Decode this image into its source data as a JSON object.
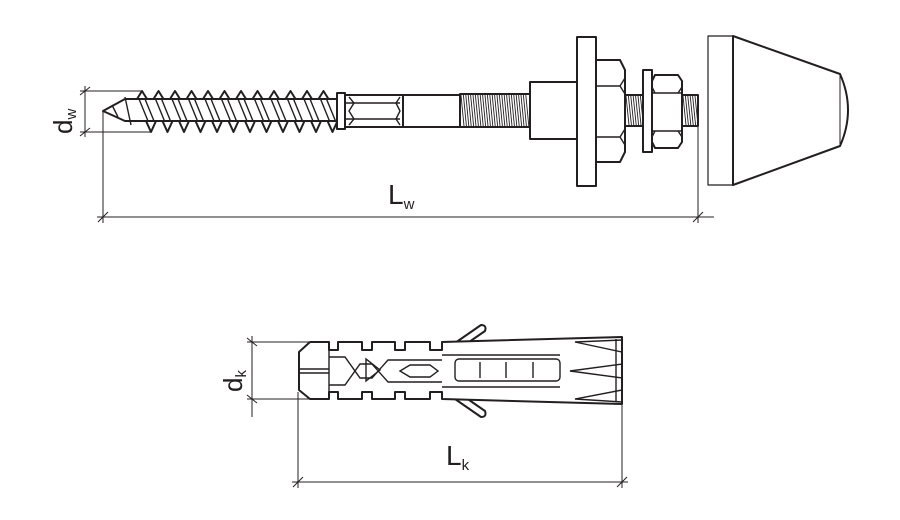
{
  "diagram": {
    "screw": {
      "diameter_label": {
        "main": "d",
        "sub": "w"
      },
      "length_label": {
        "main": "L",
        "sub": "w"
      }
    },
    "anchor": {
      "diameter_label": {
        "main": "d",
        "sub": "k"
      },
      "length_label": {
        "main": "L",
        "sub": "k"
      }
    }
  },
  "colors": {
    "line": "#231f20",
    "background": "#ffffff"
  }
}
